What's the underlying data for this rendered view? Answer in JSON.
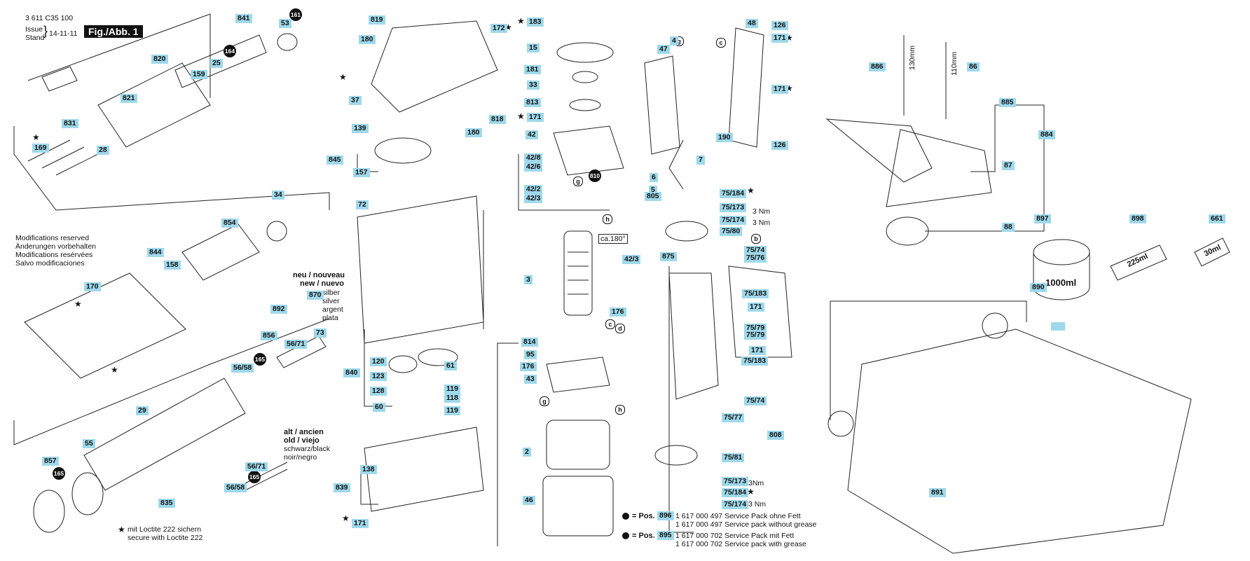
{
  "header": {
    "drawing_number": "3 611 C35 100",
    "issue_label_en": "Issue",
    "issue_label_de": "Stand",
    "issue_date": "14-11-11",
    "figure_title": "Fig./Abb. 1"
  },
  "notes": {
    "modifications": [
      "Modifications reserved",
      "Änderungen vorbehalten",
      "Modifications resérvées",
      "Salvo modificaciones"
    ],
    "loctite_de": "mit Loctite 222 sichern",
    "loctite_en": "secure with Loctite 222",
    "new_version": [
      "neu / nouveau",
      "new / nuevo"
    ],
    "new_colors": [
      "silber",
      "silver",
      "argent",
      "plata"
    ],
    "old_version": [
      "alt / ancien",
      "old / viejo"
    ],
    "old_colors": [
      "schwarz/black",
      "noir/negro"
    ],
    "angle": "ca.180°",
    "torque_3nm": "3 Nm",
    "torque_3nm_b": "3Nm",
    "tube_225": "225ml",
    "tube_30": "30ml",
    "jar_1000": "1000ml",
    "dim_130": "130mm",
    "dim_110": "110mm"
  },
  "service_packs": {
    "pos_label": "= Pos.",
    "pack1_pos": "896",
    "pack1_line1": "1 617 000 497 Service Pack ohne Fett",
    "pack1_line2": "1 617 000 497 Service pack without grease",
    "pack2_pos": "895",
    "pack2_line1": "1 617 000 702 Service Pack mit Fett",
    "pack2_line2": "1 617 000 702 Service pack with grease"
  },
  "filled_markers": [
    "161",
    "164",
    "165",
    "810",
    "165",
    "165"
  ],
  "letter_markers": [
    "g",
    "c",
    "g",
    "h",
    "c",
    "d",
    "g",
    "h",
    "b",
    "c"
  ],
  "part_labels": [
    "841",
    "53",
    "820",
    "25",
    "159",
    "821",
    "831",
    "169",
    "28",
    "34",
    "854",
    "844",
    "158",
    "170",
    "892",
    "870",
    "73",
    "856",
    "56/71",
    "56/58",
    "29",
    "55",
    "857",
    "835",
    "56/71",
    "56/58",
    "819",
    "172",
    "180",
    "15",
    "181",
    "33",
    "813",
    "37",
    "139",
    "845",
    "157",
    "72",
    "840",
    "120",
    "123",
    "128",
    "61",
    "119",
    "118",
    "119",
    "60",
    "138",
    "839",
    "171",
    "183",
    "171",
    "42",
    "42/8",
    "42/6",
    "42/2",
    "42/3",
    "3",
    "176",
    "814",
    "95",
    "176",
    "43",
    "2",
    "46",
    "47",
    "4",
    "48",
    "126",
    "171",
    "171",
    "190",
    "126",
    "7",
    "6",
    "5",
    "805",
    "75/184",
    "75/173",
    "75/174",
    "75/80",
    "875",
    "75/74",
    "75/76",
    "75/183",
    "171",
    "75/79",
    "75/79",
    "171",
    "75/183",
    "75/74",
    "75/77",
    "808",
    "75/81",
    "75/173",
    "75/184",
    "75/174",
    "886",
    "86",
    "885",
    "884",
    "87",
    "88",
    "897",
    "898",
    "661",
    "890",
    "891",
    "126",
    "171",
    "818",
    "180",
    "42/3"
  ]
}
